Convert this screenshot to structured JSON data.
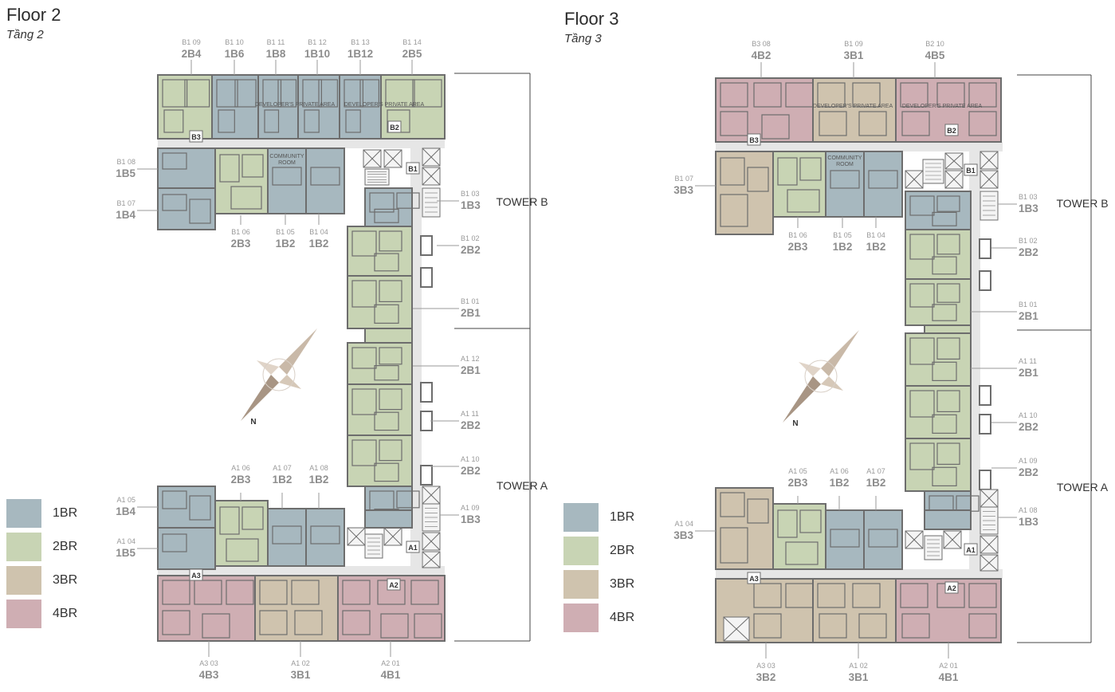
{
  "floors": [
    {
      "title": "Floor 2",
      "subtitle": "Tầng 2"
    },
    {
      "title": "Floor 3",
      "subtitle": "Tầng 3"
    }
  ],
  "colors": {
    "1BR": "#a7b8bf",
    "2BR": "#c8d4b4",
    "3BR": "#cfc3ae",
    "4BR": "#cfaeb3",
    "wall": "#6d6d6d",
    "corridor": "#e6e6e6",
    "text": "#999999"
  },
  "legend": [
    {
      "label": "1BR",
      "type": "1BR"
    },
    {
      "label": "2BR",
      "type": "2BR"
    },
    {
      "label": "3BR",
      "type": "3BR"
    },
    {
      "label": "4BR",
      "type": "4BR"
    }
  ],
  "floor2": {
    "units": [
      {
        "code": "B1 09",
        "type_label": "2B4"
      },
      {
        "code": "B1 10",
        "type_label": "1B6"
      },
      {
        "code": "B1 11",
        "type_label": "1B8"
      },
      {
        "code": "B1 12",
        "type_label": "1B10"
      },
      {
        "code": "B1 13",
        "type_label": "1B12"
      },
      {
        "code": "B1 14",
        "type_label": "2B5"
      },
      {
        "code": "B1 08",
        "type_label": "1B5"
      },
      {
        "code": "B1 07",
        "type_label": "1B4"
      },
      {
        "code": "B1 06",
        "type_label": "2B3"
      },
      {
        "code": "B1 05",
        "type_label": "1B2"
      },
      {
        "code": "B1 04",
        "type_label": "1B2"
      },
      {
        "code": "B1 03",
        "type_label": "1B3"
      },
      {
        "code": "B1 02",
        "type_label": "2B2"
      },
      {
        "code": "B1 01",
        "type_label": "2B1"
      },
      {
        "code": "A1 12",
        "type_label": "2B1"
      },
      {
        "code": "A1 11",
        "type_label": "2B2"
      },
      {
        "code": "A1 10",
        "type_label": "2B2"
      },
      {
        "code": "A1 09",
        "type_label": "1B3"
      },
      {
        "code": "A1 06",
        "type_label": "2B3"
      },
      {
        "code": "A1 07",
        "type_label": "1B2"
      },
      {
        "code": "A1 08",
        "type_label": "1B2"
      },
      {
        "code": "A1 05",
        "type_label": "1B4"
      },
      {
        "code": "A1 04",
        "type_label": "1B5"
      },
      {
        "code": "A3 03",
        "type_label": "4B3"
      },
      {
        "code": "A1 02",
        "type_label": "3B1"
      },
      {
        "code": "A2 01",
        "type_label": "4B1"
      }
    ],
    "tower_b": "TOWER B",
    "tower_a": "TOWER A",
    "dev_area": "DEVELOPER'S PRIVATE AREA",
    "community": "COMMUNITY ROOM",
    "cores": [
      "B1",
      "B2",
      "B3",
      "A1",
      "A2",
      "A3"
    ],
    "north": "N"
  },
  "floor3": {
    "units": [
      {
        "code": "B3 08",
        "type_label": "4B2"
      },
      {
        "code": "B1 09",
        "type_label": "3B1"
      },
      {
        "code": "B2 10",
        "type_label": "4B5"
      },
      {
        "code": "B1 07",
        "type_label": "3B3"
      },
      {
        "code": "B1 06",
        "type_label": "2B3"
      },
      {
        "code": "B1 05",
        "type_label": "1B2"
      },
      {
        "code": "B1 04",
        "type_label": "1B2"
      },
      {
        "code": "B1 03",
        "type_label": "1B3"
      },
      {
        "code": "B1 02",
        "type_label": "2B2"
      },
      {
        "code": "B1 01",
        "type_label": "2B1"
      },
      {
        "code": "A1 11",
        "type_label": "2B1"
      },
      {
        "code": "A1 10",
        "type_label": "2B2"
      },
      {
        "code": "A1 09",
        "type_label": "2B2"
      },
      {
        "code": "A1 08",
        "type_label": "1B3"
      },
      {
        "code": "A1 05",
        "type_label": "2B3"
      },
      {
        "code": "A1 06",
        "type_label": "1B2"
      },
      {
        "code": "A1 07",
        "type_label": "1B2"
      },
      {
        "code": "A1 04",
        "type_label": "3B3"
      },
      {
        "code": "A3 03",
        "type_label": "3B2"
      },
      {
        "code": "A1 02",
        "type_label": "3B1"
      },
      {
        "code": "A2 01",
        "type_label": "4B1"
      }
    ],
    "tower_b": "TOWER B",
    "tower_a": "TOWER A",
    "dev_area": "DEVELOPER'S PRIVATE AREA",
    "community": "COMMUNITY ROOM",
    "cores": [
      "B1",
      "B2",
      "B3",
      "A1",
      "A2",
      "A3"
    ],
    "north": "N"
  }
}
